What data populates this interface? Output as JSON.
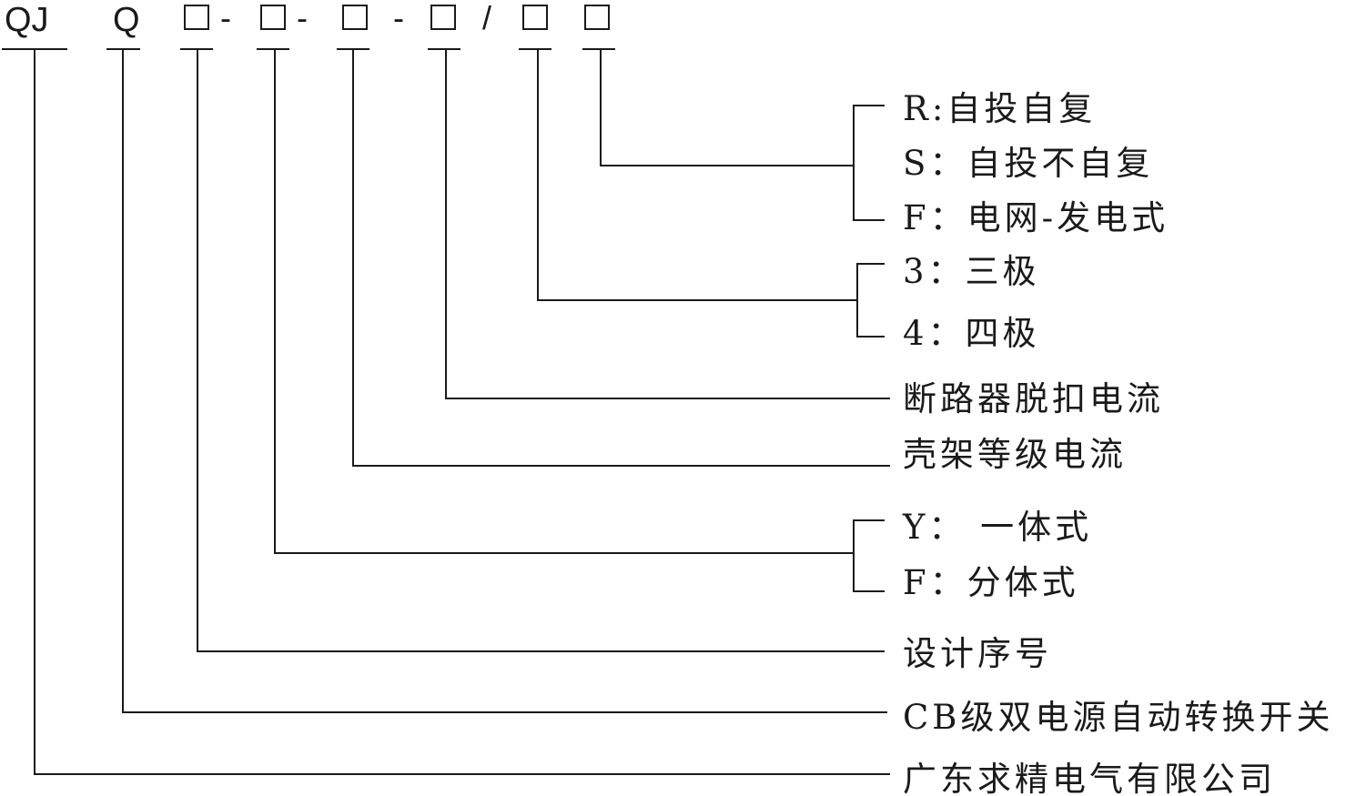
{
  "code": {
    "prefix": "QJ",
    "q": "Q",
    "box_glyph": "□",
    "dash1": "-",
    "dash2": "-",
    "dash3": "-",
    "slash": "/"
  },
  "labels": {
    "r": "R:自投自复",
    "s": "S：自投不自复",
    "f_grid": "F：电网-发电式",
    "p3": "3：三极",
    "p4": "4：四极",
    "trip": "断路器脱扣电流",
    "frame": "壳架等级电流",
    "y": "Y：  一体式",
    "f_split": "F：分体式",
    "design": "设计序号",
    "cb": "CB级双电源自动转换开关",
    "company": "广东求精电气有限公司"
  }
}
